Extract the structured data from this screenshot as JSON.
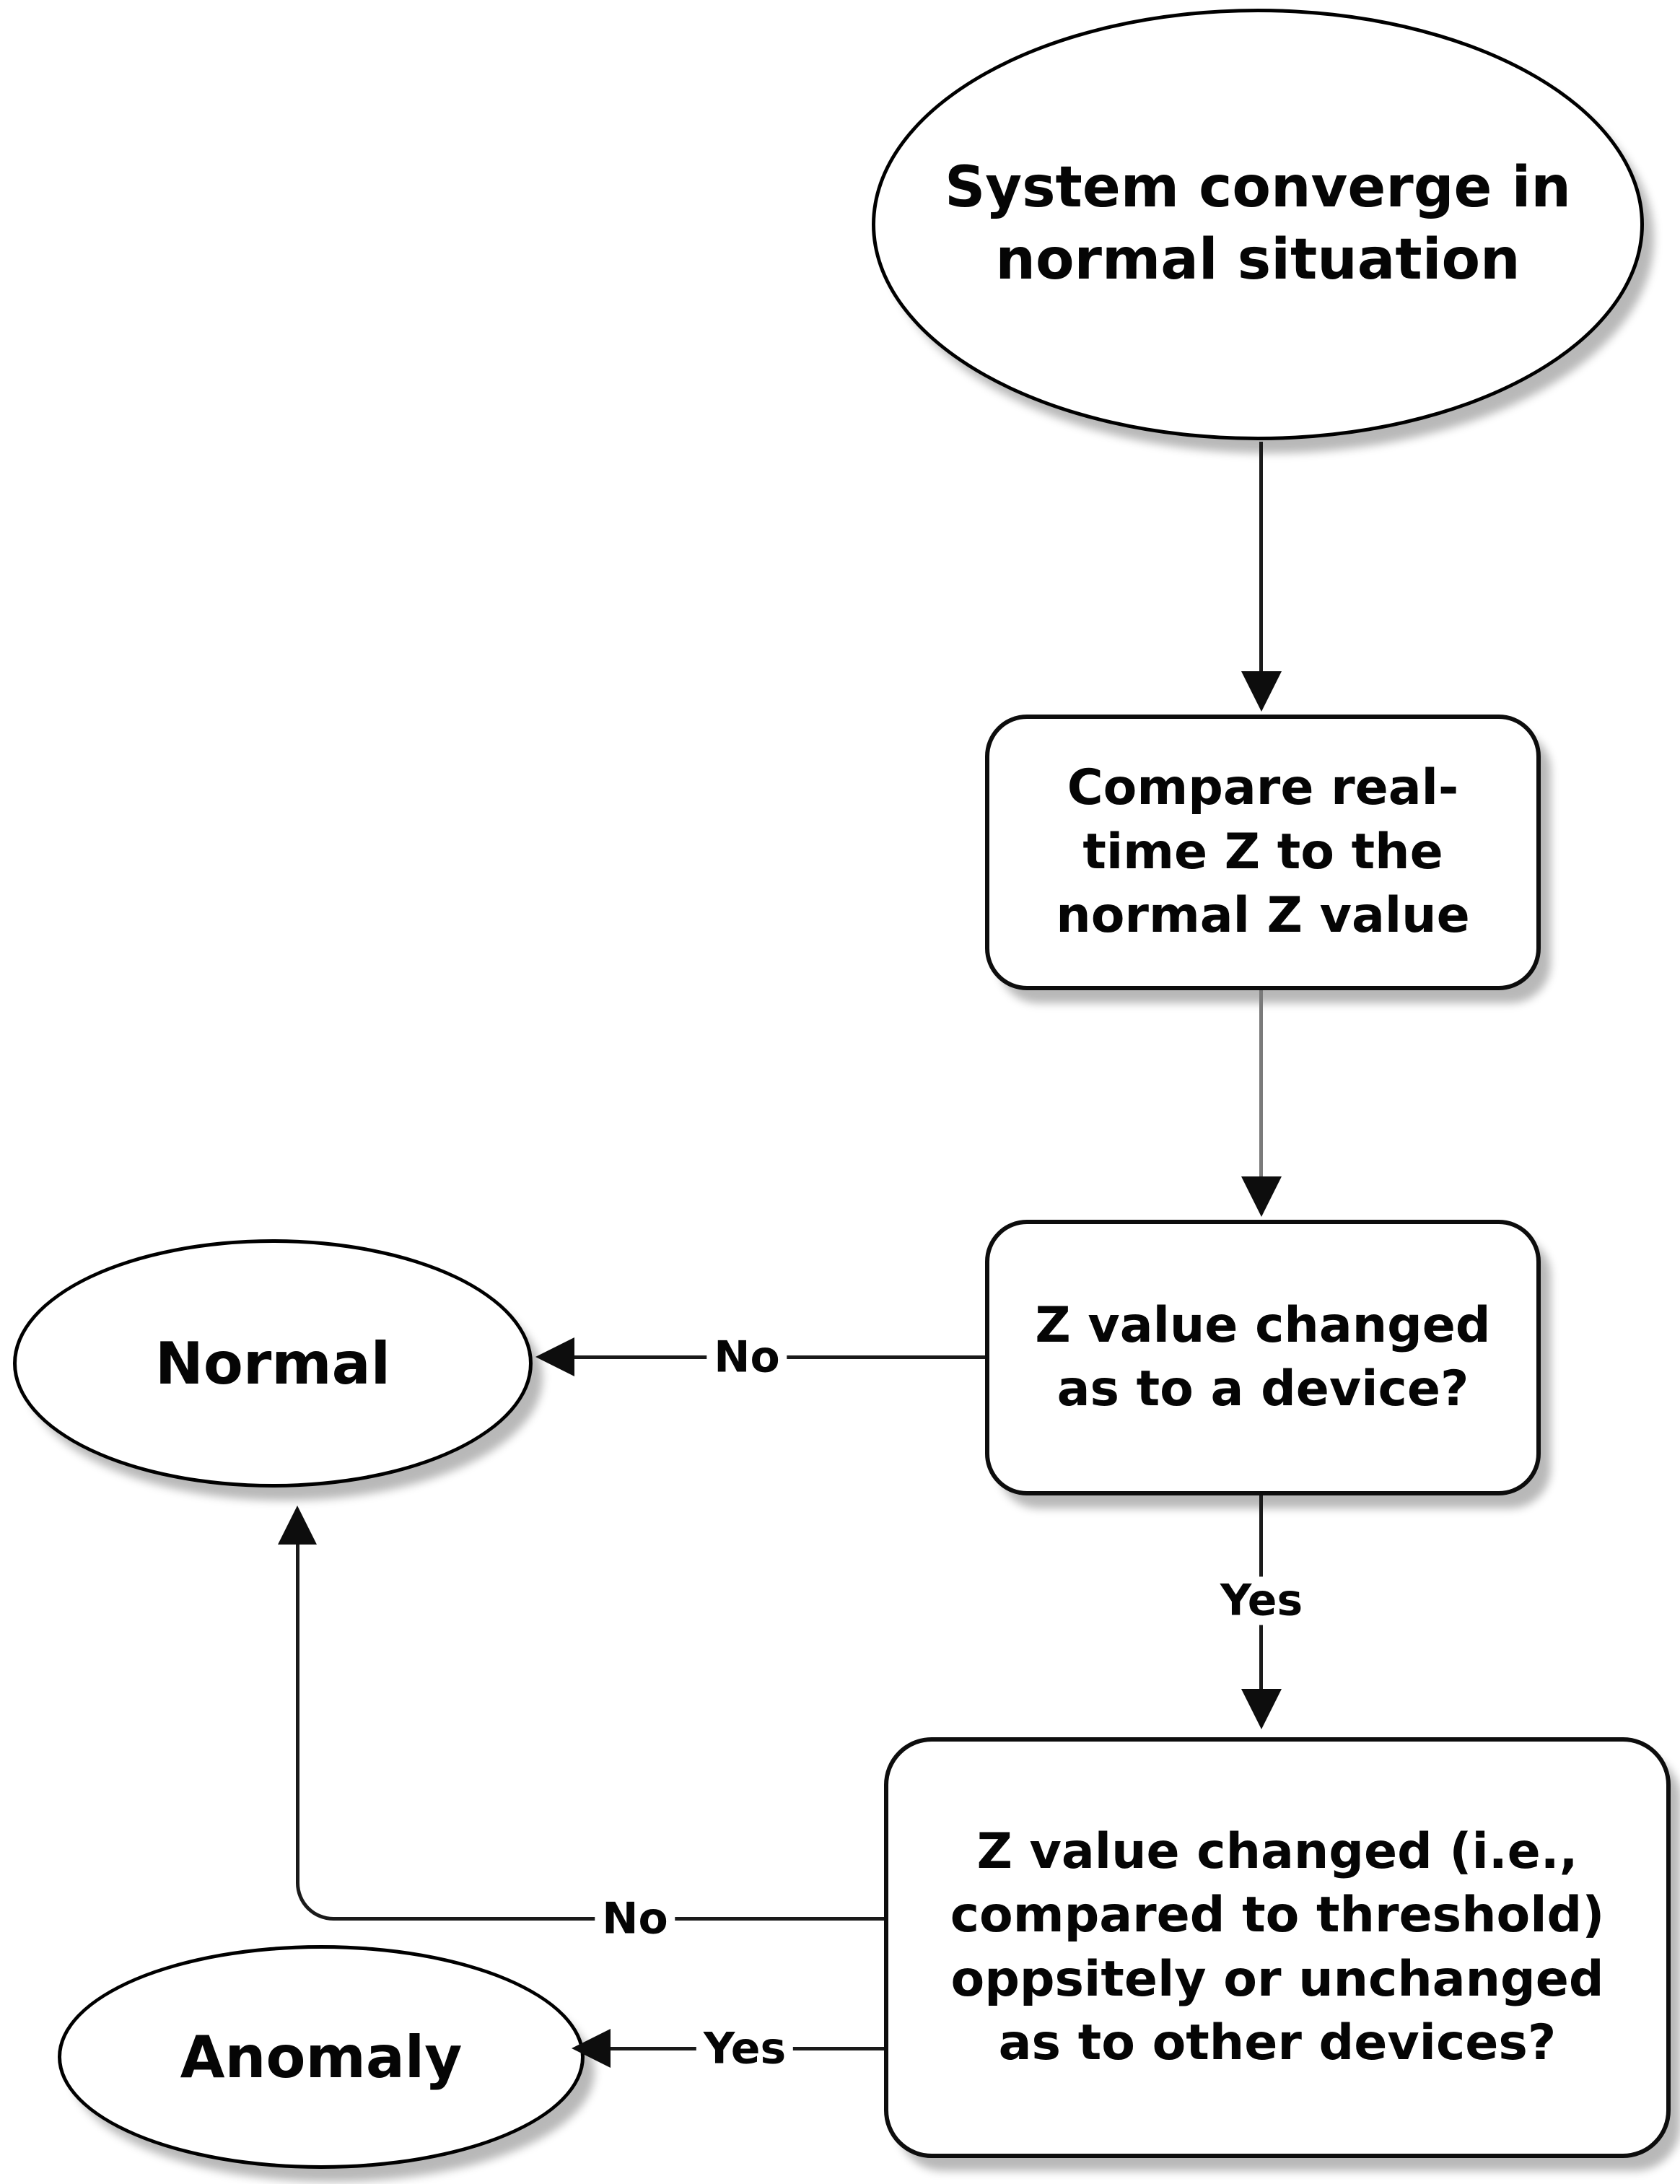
{
  "diagram": {
    "type": "flowchart",
    "background_color": "#ffffff",
    "stroke_color": "#000000",
    "fill_color": "#ffffff",
    "text_color": "#050505",
    "nodes": {
      "start": {
        "type": "terminator-ellipse",
        "label": "System converge in normal situation"
      },
      "compare": {
        "type": "process-rounded-box",
        "label": "Compare real-time Z to the normal Z value"
      },
      "decision1": {
        "type": "decision-rounded-box",
        "label": "Z value changed as to a device?"
      },
      "normal": {
        "type": "terminator-ellipse",
        "label": "Normal"
      },
      "decision2": {
        "type": "decision-rounded-box",
        "label": "Z value changed (i.e., compared to threshold) oppsitely or unchanged as to other devices?"
      },
      "anomaly": {
        "type": "terminator-ellipse",
        "label": "Anomaly"
      }
    },
    "edges": [
      {
        "from": "start",
        "to": "compare",
        "label": "",
        "direction": "down"
      },
      {
        "from": "compare",
        "to": "decision1",
        "label": "",
        "direction": "down"
      },
      {
        "from": "decision1",
        "to": "normal",
        "label": "No",
        "direction": "left"
      },
      {
        "from": "decision1",
        "to": "decision2",
        "label": "Yes",
        "direction": "down"
      },
      {
        "from": "decision2",
        "to": "normal",
        "label": "No",
        "direction": "left-then-up"
      },
      {
        "from": "decision2",
        "to": "anomaly",
        "label": "Yes",
        "direction": "left"
      }
    ]
  }
}
